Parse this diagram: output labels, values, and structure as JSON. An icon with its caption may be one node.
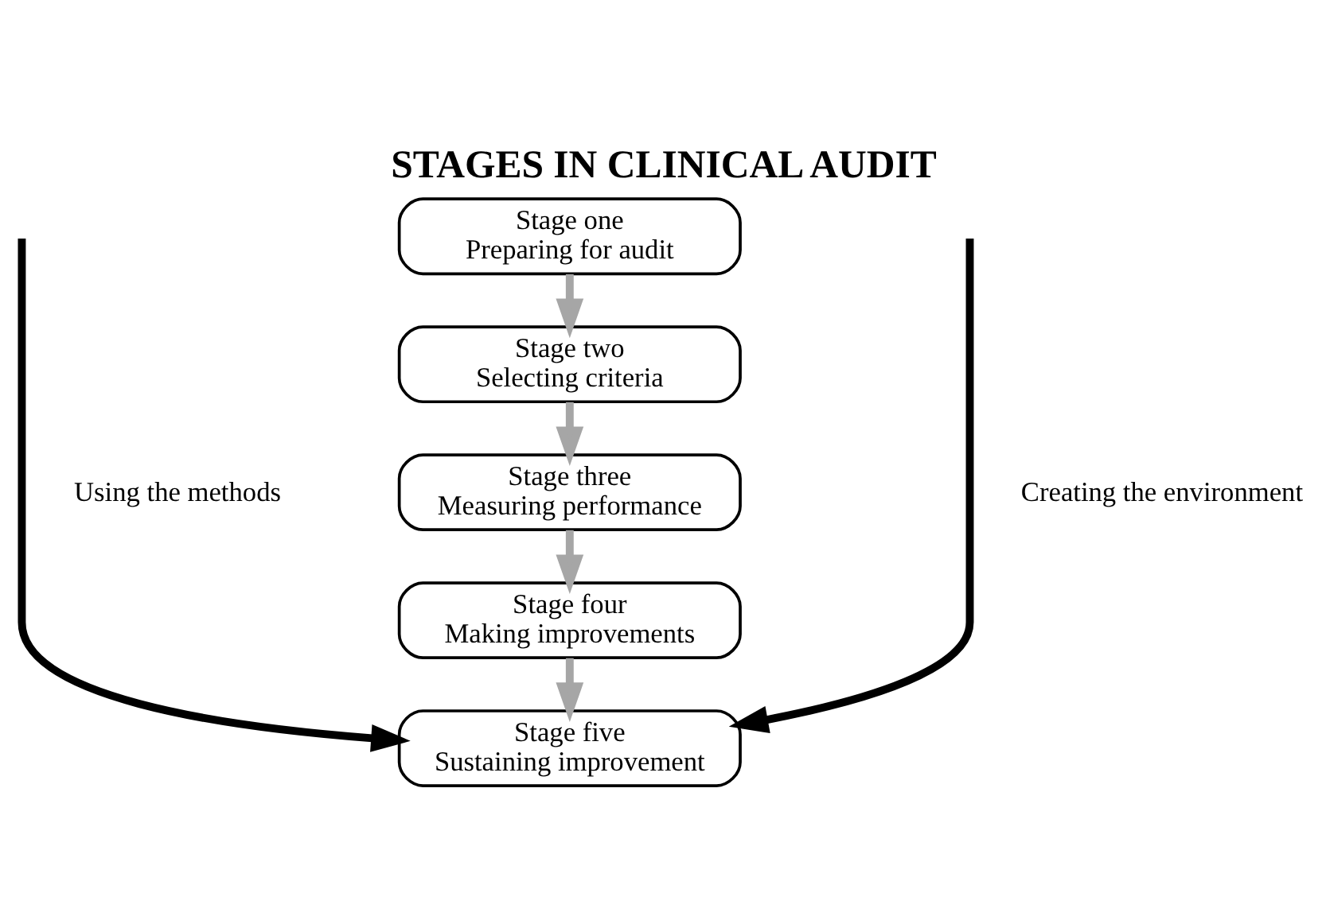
{
  "diagram": {
    "title": "STAGES IN CLINICAL AUDIT",
    "nodes": [
      {
        "text": [
          "Stage one",
          "Preparing for audit"
        ]
      },
      {
        "text": [
          "Stage two",
          "Selecting criteria"
        ]
      },
      {
        "text": [
          "Stage three",
          "Measuring performance"
        ]
      },
      {
        "text": [
          "Stage four",
          "Making improvements"
        ]
      },
      {
        "text": [
          "Stage five",
          "Sustaining improvement"
        ]
      }
    ],
    "edges": [
      {
        "from": 0,
        "to": 1,
        "arrow": "to"
      },
      {
        "from": 1,
        "to": 2,
        "arrow": "to"
      },
      {
        "from": 2,
        "to": 3,
        "arrow": "to"
      },
      {
        "from": 3,
        "to": 4,
        "arrow": "to"
      },
      {
        "from": null,
        "to": 4,
        "arrow": "to",
        "label": "Using the methods",
        "color": "#000000"
      },
      {
        "from": null,
        "to": 4,
        "arrow": "to",
        "label": "Creating the environment",
        "color": "#000000"
      }
    ]
  }
}
